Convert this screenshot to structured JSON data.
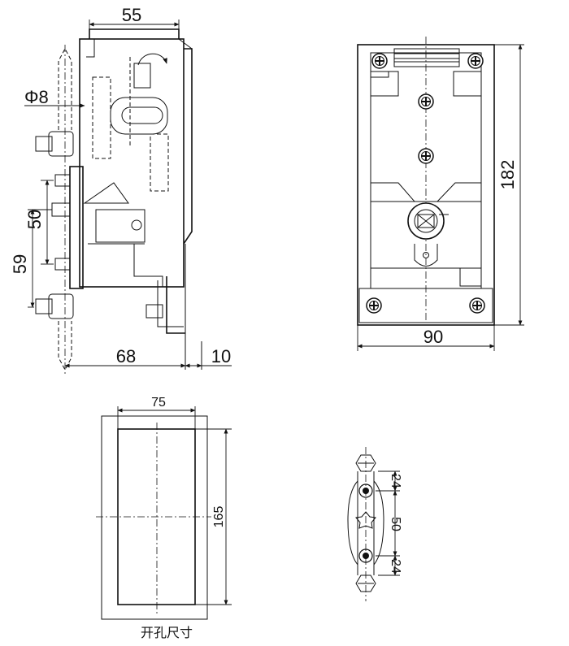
{
  "side_view": {
    "dims": {
      "width_top": "55",
      "pin_diameter": "Φ8",
      "hole_spacing": "50",
      "mount_height": "59",
      "depth": "68",
      "flange": "10"
    }
  },
  "front_view": {
    "dims": {
      "height": "182",
      "width": "90"
    }
  },
  "cutout_view": {
    "dims": {
      "width": "75",
      "height": "165"
    },
    "caption": "开孔尺寸"
  },
  "hinge_view": {
    "dims": {
      "upper_offset": "24",
      "center_spacing": "50",
      "lower_offset": "24"
    }
  }
}
